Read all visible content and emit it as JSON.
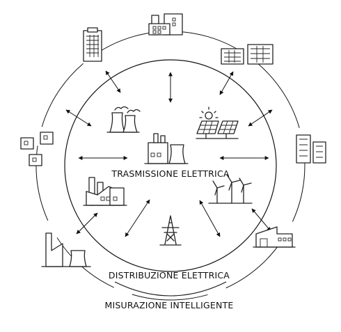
{
  "labels": {
    "transmission": "TRASMISSIONE ELETTRICA",
    "distribution": "DISTRIBUZIONE ELETTRICA",
    "metering": "MISURAZIONE INTELLIGENTE"
  },
  "icons": [
    "cooling-towers-icon",
    "power-plant-icon",
    "solar-panels-icon",
    "factory-icon",
    "wind-turbines-icon",
    "transmission-tower-icon",
    "skyscraper-icon",
    "office-building-icon",
    "apartment-blocks-icon",
    "houses-icon",
    "tall-buildings-icon",
    "industrial-plant-icon",
    "warehouse-icon"
  ],
  "colors": {
    "line": "#111111",
    "background": "#ffffff"
  }
}
